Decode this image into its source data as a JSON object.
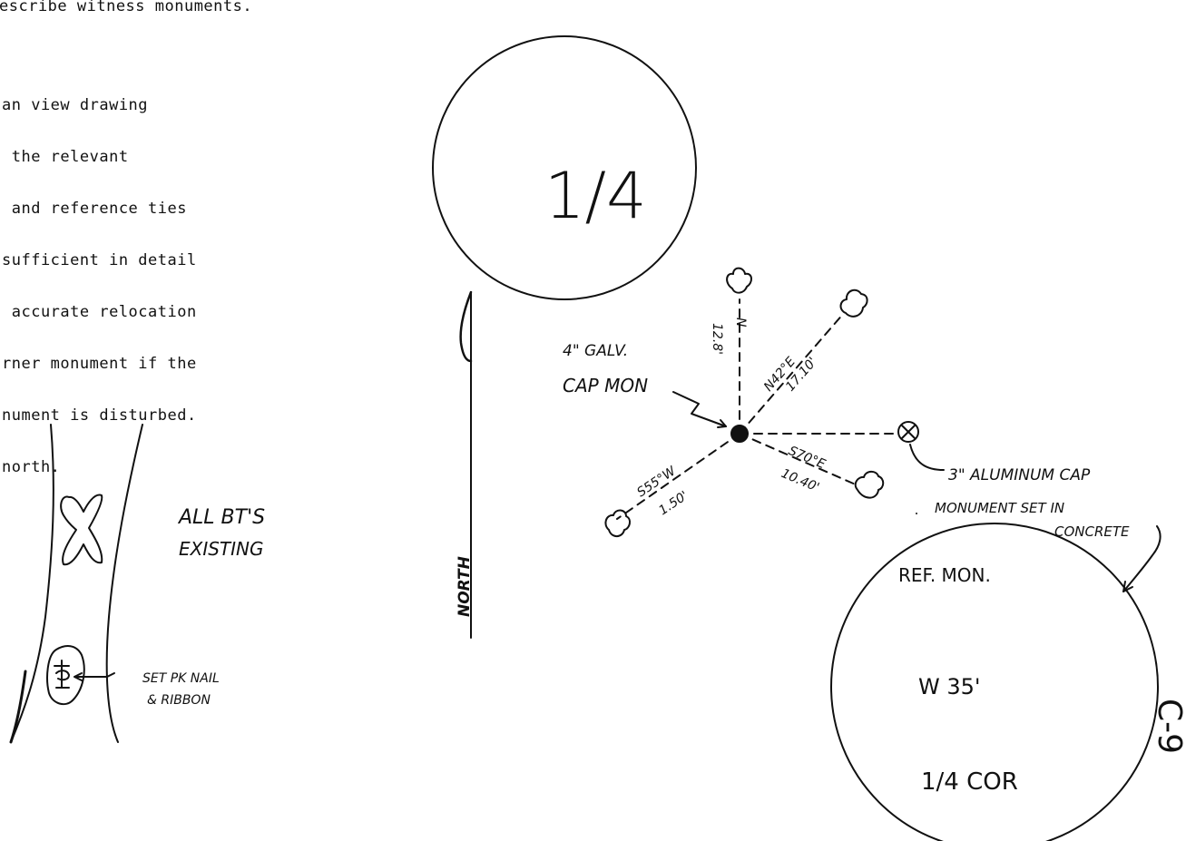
{
  "instructions": {
    "heading": "escribe witness monuments.",
    "lines": [
      "an view drawing",
      " the relevant",
      " and reference ties",
      "sufficient in detail",
      " accurate relocation",
      "rner monument if the",
      "nument is disturbed.",
      "north."
    ]
  },
  "labels": {
    "quarter_circle": "1/4",
    "north_arrow": "NORTH",
    "galv_cap_line1": "4\" GALV.",
    "galv_cap_line2": "CAP MON",
    "aluminum_cap_line1": "3\" ALUMINUM CAP",
    "aluminum_cap_line2": "MONUMENT SET IN",
    "aluminum_cap_line3": "CONCRETE",
    "ref_mon_title": "REF. MON.",
    "ref_mon_distance": "W 35'",
    "ref_mon_corner": "1/4 COR",
    "bt_line1": "ALL BT'S",
    "bt_line2": "EXISTING",
    "pk_nail_line1": "SET PK NAIL",
    "pk_nail_line2": "& RIBBON",
    "sheet_number": "C-9"
  },
  "ties": [
    {
      "bearing": "N",
      "distance": "12.8'"
    },
    {
      "bearing": "N42°E",
      "distance": "17.10'"
    },
    {
      "bearing": "S70°E",
      "distance": "10.40'"
    },
    {
      "bearing": "S55°W",
      "distance": "1.50'"
    }
  ]
}
